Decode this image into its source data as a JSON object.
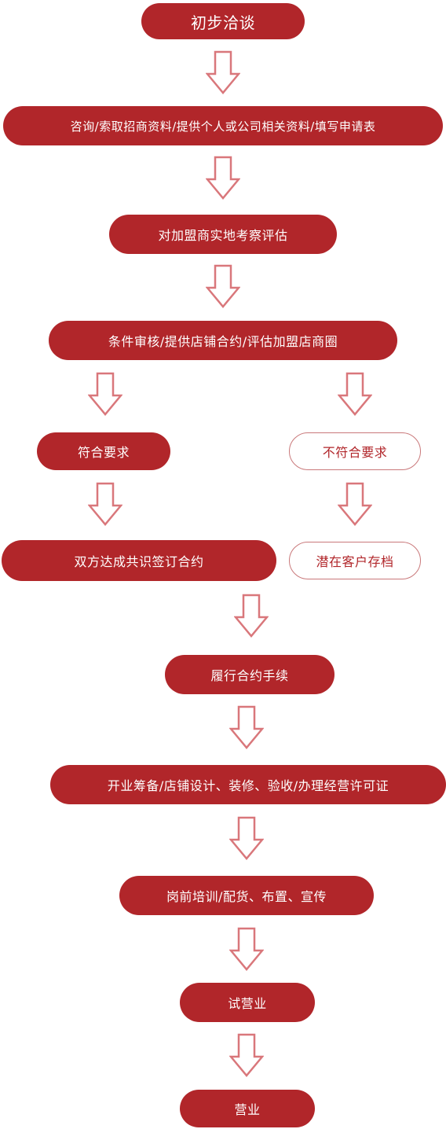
{
  "colors": {
    "primary": "#b1262a",
    "arrow": "#d9777b",
    "outline_border": "#c9787a",
    "background": "#ffffff"
  },
  "steps": {
    "initial_talk": "初步洽谈",
    "consult": "咨询/索取招商资料/提供个人或公司相关资料/填写申请表",
    "evaluate": "对加盟商实地考察评估",
    "review": "条件审核/提供店铺合约/评估加盟店商圈",
    "qualified": "符合要求",
    "not_qualified": "不符合要求",
    "sign_contract": "双方达成共识签订合约",
    "archive": "潜在客户存档",
    "contract_procedure": "履行合约手续",
    "preparation": "开业筹备/店铺设计、装修、验收/办理经营许可证",
    "training": "岗前培训/配货、布置、宣传",
    "trial_operation": "试营业",
    "operation": "营业"
  },
  "arrow_icon": "hollow-down-arrow-icon"
}
